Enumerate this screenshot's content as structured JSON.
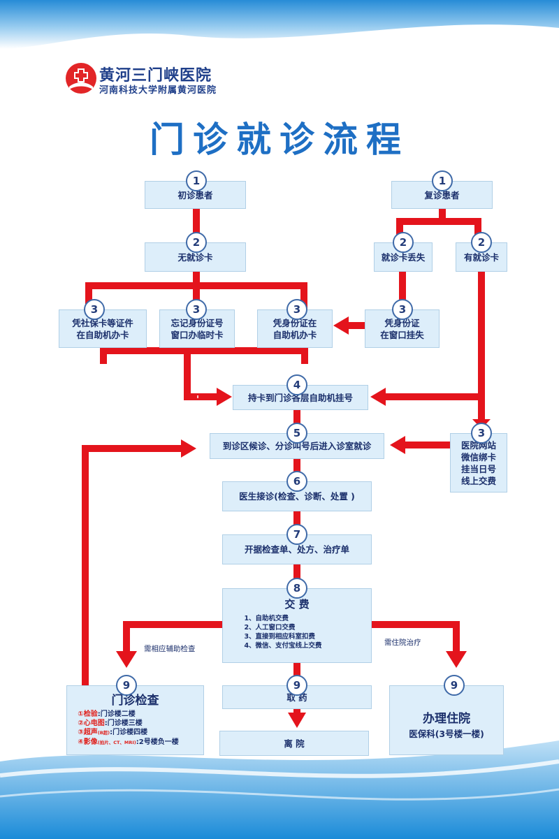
{
  "header": {
    "hospital_name": "黄河三门峡医院",
    "hospital_subtitle": "河南科技大学附属黄河医院",
    "title": "门诊就诊流程"
  },
  "colors": {
    "arrow": "#e4141c",
    "box_fill": "#ddeefa",
    "title": "#1e6fc4",
    "text": "#1b2f6b"
  },
  "nodes": {
    "first_visit": {
      "num": "1",
      "text": "初诊患者"
    },
    "return_visit": {
      "num": "1",
      "text": "复诊患者"
    },
    "no_card": {
      "num": "2",
      "text": "无就诊卡"
    },
    "card_lost": {
      "num": "2",
      "text": "就诊卡丢失"
    },
    "has_card": {
      "num": "2",
      "text": "有就诊卡"
    },
    "social_card": {
      "num": "3",
      "line1": "凭社保卡等证件",
      "line2": "在自助机办卡"
    },
    "forgot_id": {
      "num": "3",
      "line1": "忘记身份证号",
      "line2": "窗口办临时卡"
    },
    "with_id": {
      "num": "3",
      "line1": "凭身份证在",
      "line2": "自助机办卡"
    },
    "report_loss": {
      "num": "3",
      "line1": "凭身份证",
      "line2": "在窗口挂失"
    },
    "register": {
      "num": "4",
      "text": "持卡到门诊各层自助机挂号"
    },
    "wait": {
      "num": "5",
      "text": "到诊区候诊、分诊叫号后进入诊室就诊"
    },
    "online": {
      "num": "3",
      "line1": "医院网站",
      "line2": "微信绑卡",
      "line3": "挂当日号",
      "line4": "线上交费"
    },
    "doctor": {
      "num": "6",
      "text": "医生接诊(检查、诊断、处置 )"
    },
    "prescribe": {
      "num": "7",
      "text": "开据检查单、处方、治疗单"
    },
    "payment": {
      "num": "8",
      "title": "交 费",
      "items": [
        "1、自助机交费",
        "2、人工窗口交费",
        "3、直接到相应科室扣费",
        "4、微信、支付宝线上交费"
      ]
    },
    "exam": {
      "num": "9",
      "title": "门诊检查",
      "items": [
        {
          "mark": "①",
          "name": "检验",
          "small": "",
          "loc": ":门诊楼二楼"
        },
        {
          "mark": "②",
          "name": "心电图",
          "small": "",
          "loc": ":门诊楼三楼"
        },
        {
          "mark": "③",
          "name": "超声",
          "small": "(B超)",
          "loc": ":门诊楼四楼"
        },
        {
          "mark": "④",
          "name": "影像",
          "small": "(拍片、CT、MRI)",
          "loc": ":2号楼负一楼"
        }
      ]
    },
    "medicine": {
      "num": "9",
      "text": "取 药"
    },
    "leave": {
      "text": "离 院"
    },
    "hospitalize": {
      "num": "9",
      "title": "办理住院",
      "text": "医保科(3号楼一楼)"
    }
  },
  "notes": {
    "exam_needed": "需相应辅助检查",
    "admission_needed": "需住院治疗"
  }
}
